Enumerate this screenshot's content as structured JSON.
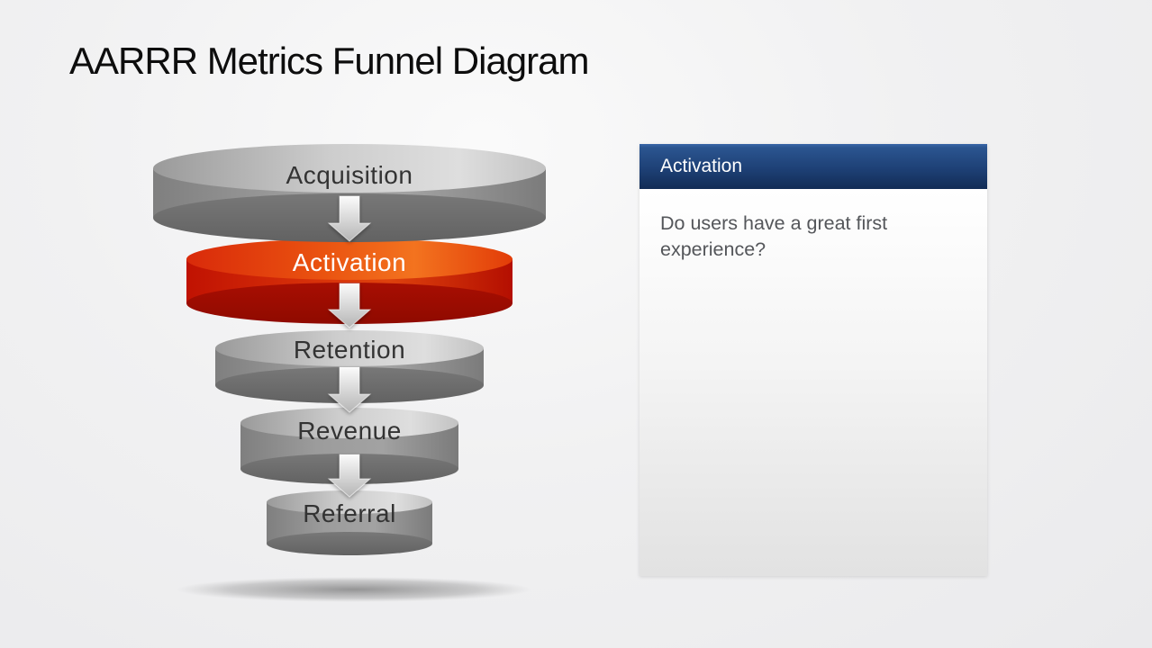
{
  "slide": {
    "title": "AARRR Metrics Funnel Diagram"
  },
  "funnel": {
    "stages": [
      {
        "label": "Acquisition",
        "theme": "gray"
      },
      {
        "label": "Activation",
        "theme": "red"
      },
      {
        "label": "Retention",
        "theme": "gray"
      },
      {
        "label": "Revenue",
        "theme": "gray"
      },
      {
        "label": "Referral",
        "theme": "gray"
      }
    ],
    "connector": "down-arrow"
  },
  "panel": {
    "title": "Activation",
    "question": "Do users have a great first experience?"
  },
  "colors": {
    "accent_red": "#d92a0a",
    "accent_orange": "#f3731f",
    "gray_cylinder_side": "#949494",
    "gray_cylinder_rim": "#696969",
    "gray_cylinder_top_light": "#dedede",
    "panel_header_top": "#2b5590",
    "panel_header_bottom": "#122c55",
    "panel_body_bottom": "#e2e2e2",
    "title_text": "#0d0d0d",
    "panel_text": "#54565a",
    "stage_label_dark": "#333333",
    "stage_label_light": "#ffffff"
  }
}
